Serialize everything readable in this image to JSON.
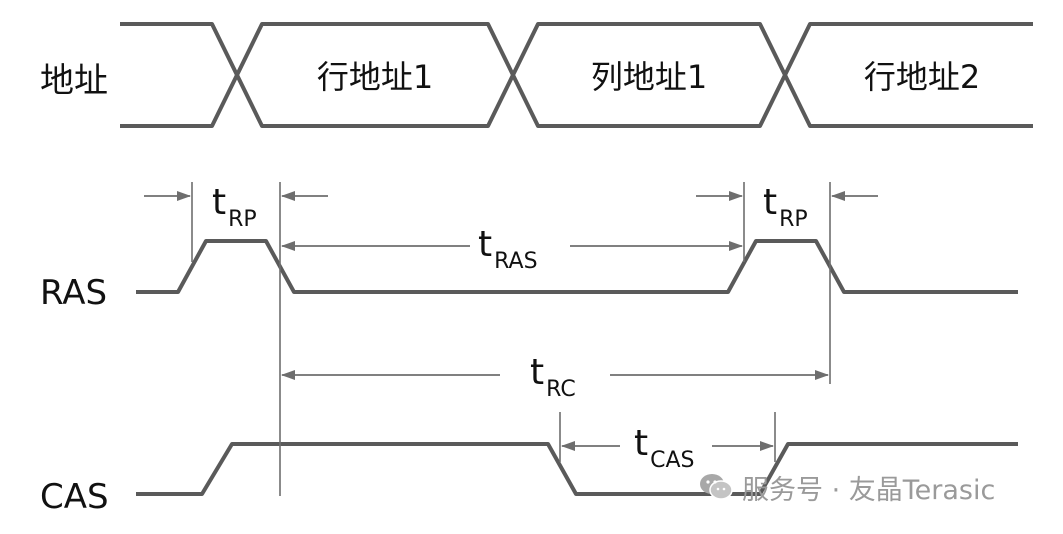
{
  "signals": {
    "address": "地址",
    "ras": "RAS",
    "cas": "CAS"
  },
  "address_bus": [
    "行地址1",
    "列地址1",
    "行地址2"
  ],
  "timing": {
    "trp_left": {
      "main": "t",
      "sub": "RP"
    },
    "trp_right": {
      "main": "t",
      "sub": "RP"
    },
    "tras": {
      "main": "t",
      "sub": "RAS"
    },
    "trc": {
      "main": "t",
      "sub": "RC"
    },
    "tcas": {
      "main": "t",
      "sub": "CAS"
    }
  },
  "watermark": {
    "text": "服务号 · 友晶Terasic",
    "icon": "wechat-icon"
  }
}
